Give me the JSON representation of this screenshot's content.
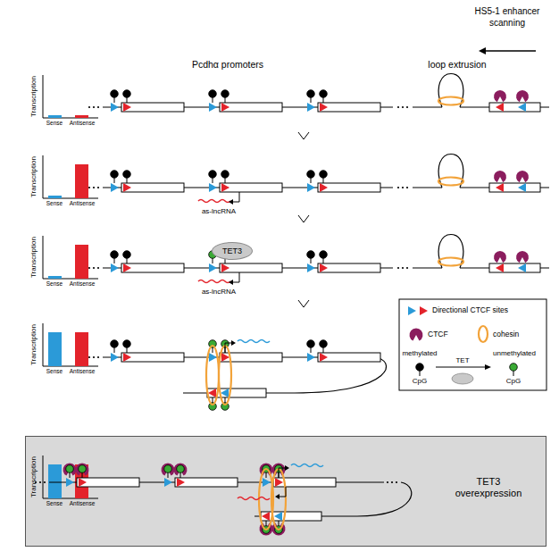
{
  "diagram": {
    "nodes": [
      {
        "text": [
          "TET3"
        ]
      },
      {
        "text": [
          "TET3 overexpression"
        ]
      }
    ],
    "labels": [
      "HS5-1 enhancer scanning",
      "Pcdhα promoters",
      "loop extrusion",
      "Transcription",
      "Sense",
      "Antisense",
      "Transcription",
      "Sense",
      "Antisense",
      "as-lncRNA",
      "Transcription",
      "Sense",
      "Antisense",
      "as-lncRNA",
      "Transcription",
      "Sense",
      "Antisense",
      "CpG",
      "CpG",
      "TET",
      "Transcription",
      "Sense",
      "Antisense"
    ],
    "legend": [
      {
        "text": "Directional CTCF sites"
      },
      {
        "text": "CTCF"
      },
      {
        "text": "cohesin"
      },
      {
        "text": "methylated",
        "color": "#000000"
      },
      {
        "text": "unmethylated",
        "color": "#3aaa35"
      }
    ]
  }
}
